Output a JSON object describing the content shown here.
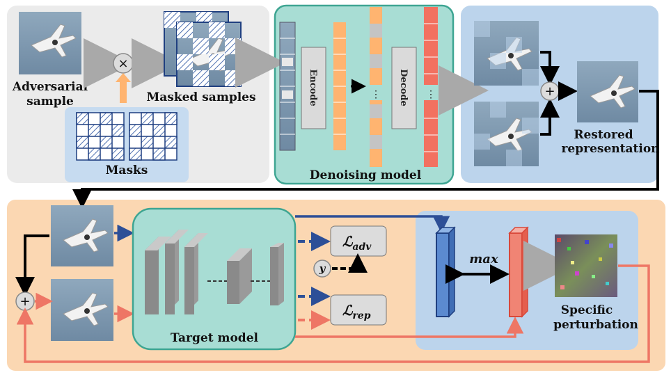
{
  "labels": {
    "adversarial_sample": [
      "Adversarial",
      "sample"
    ],
    "masked_samples": "Masked samples",
    "masks": "Masks",
    "encode": "Encode",
    "decode": "Decode",
    "denoising_model": "Denoising model",
    "restored_representation": [
      "Restored",
      "representation"
    ],
    "target_model": "Target model",
    "loss_adv": "ℒ",
    "loss_adv_sub": "adv",
    "loss_rep": "ℒ",
    "loss_rep_sub": "rep",
    "y": "y",
    "max": "max",
    "specific_perturbation": [
      "Specific",
      "perturbation"
    ],
    "multiply_symbol": "×",
    "plus_symbol": "+",
    "ellipsis": "⋮"
  },
  "colors": {
    "top_left_panel": "#ebebeb",
    "denoise_panel": "#a8ddd4",
    "restore_panel": "#bcd4ec",
    "bottom_panel": "#fbd7b2",
    "blue_arrow": "#2d4f97",
    "red_arrow": "#ee7665",
    "orange_feature": "#ffb470",
    "red_feature": "#f27160"
  }
}
